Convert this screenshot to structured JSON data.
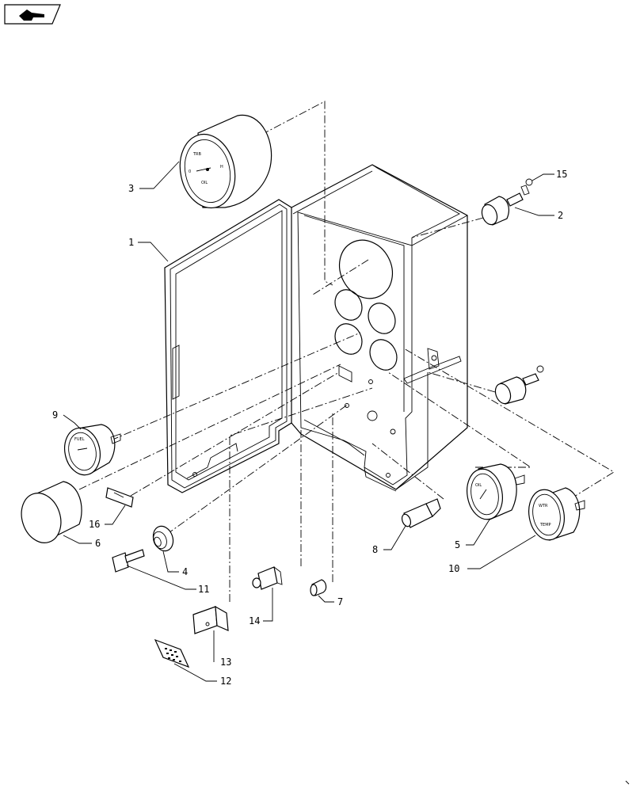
{
  "header": {
    "nav_icon": "hand-pointer-icon"
  },
  "callouts": {
    "c1": "1",
    "c2": "2",
    "c3": "3",
    "c4": "4",
    "c5": "5",
    "c6": "6",
    "c7": "7",
    "c8": "8",
    "c9": "9",
    "c10": "10",
    "c11": "11",
    "c12": "12",
    "c13": "13",
    "c14": "14",
    "c15": "15",
    "c16": "16"
  }
}
